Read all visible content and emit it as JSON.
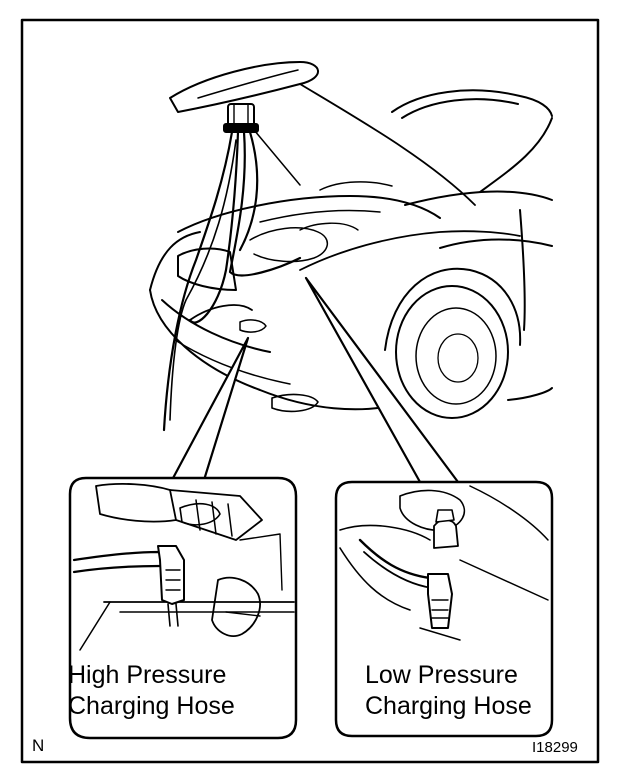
{
  "labels": {
    "high_line1": "High Pressure",
    "high_line2": "Charging Hose",
    "low_line1": "Low Pressure",
    "low_line2": "Charging Hose"
  },
  "corner_mark": "N",
  "figure_code": "I18299",
  "colors": {
    "ink": "#000000",
    "paper": "#ffffff"
  }
}
